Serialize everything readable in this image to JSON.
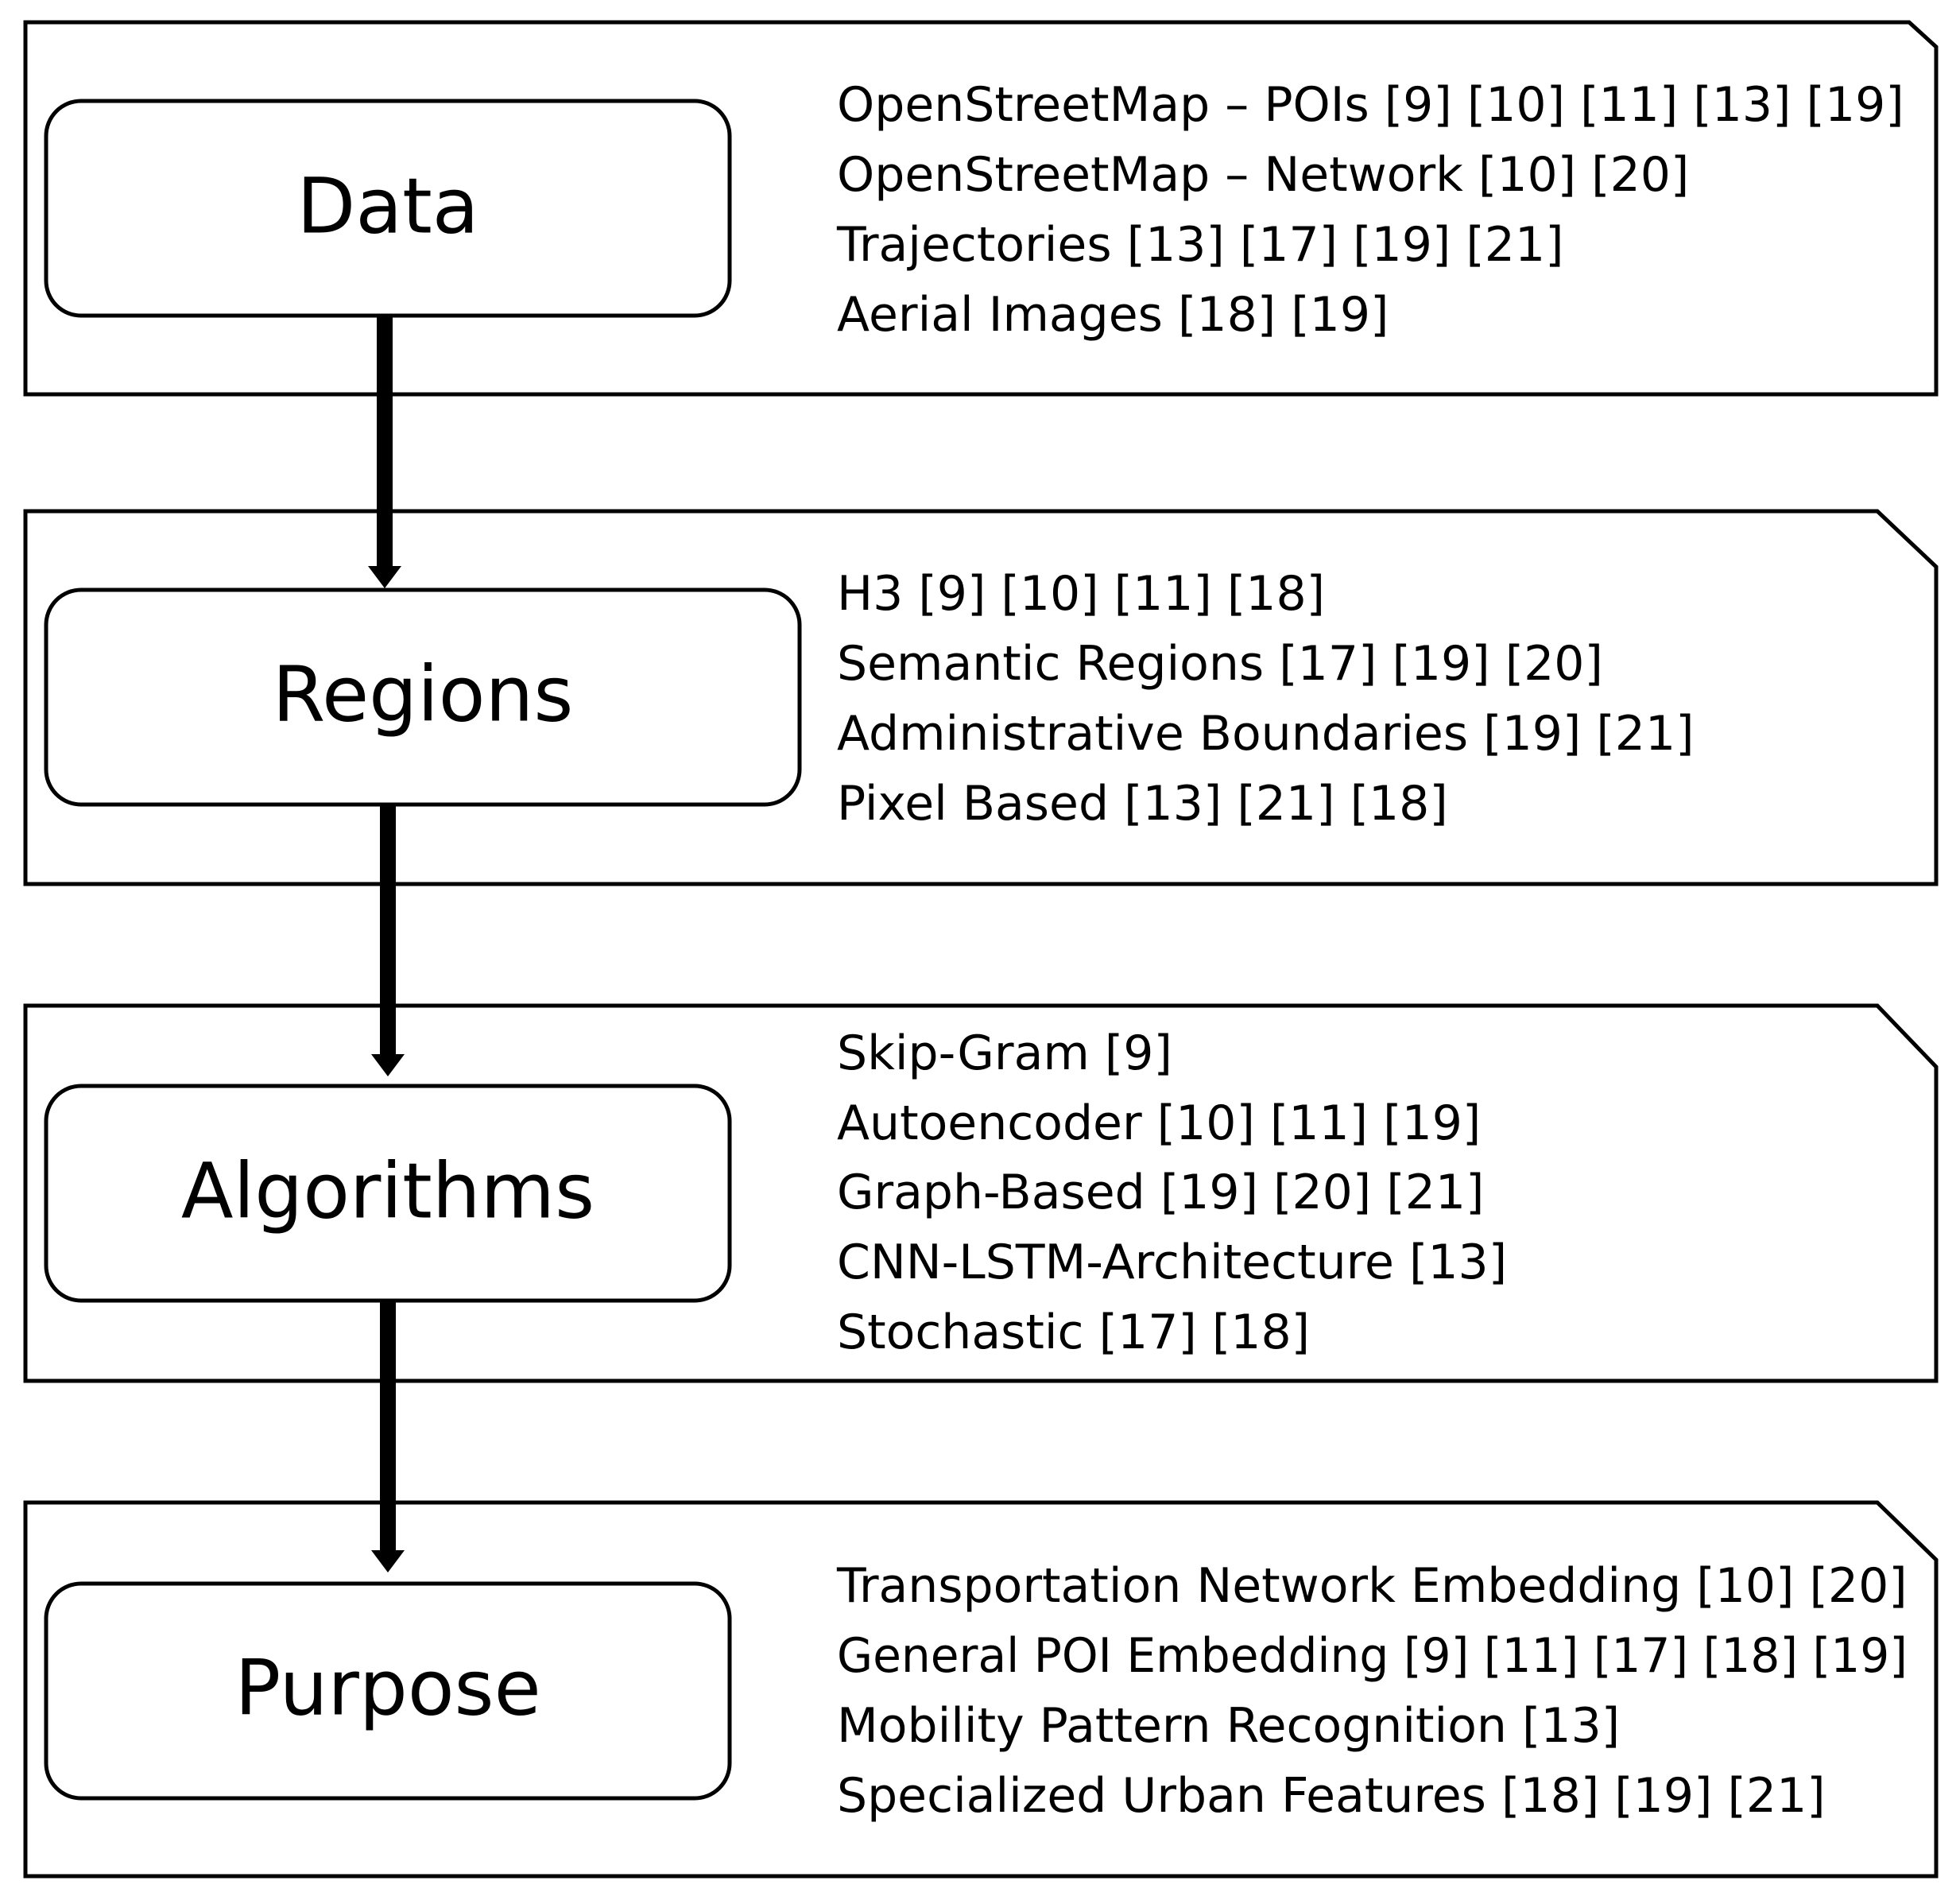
{
  "stages": [
    {
      "label": "Data",
      "items": [
        "OpenStreetMap – POIs [9] [10] [11] [13] [19]",
        "OpenStreetMap – Network [10] [20]",
        "Trajectories [13] [17] [19] [21]",
        "Aerial Images [18] [19]"
      ]
    },
    {
      "label": "Regions",
      "items": [
        "H3 [9] [10] [11] [18]",
        "Semantic Regions [17] [19] [20]",
        "Administrative Boundaries [19] [21]",
        "Pixel Based [13] [21] [18]"
      ]
    },
    {
      "label": "Algorithms",
      "items": [
        "Skip-Gram [9]",
        "Autoencoder [10] [11] [19]",
        "Graph-Based [19] [20] [21]",
        "CNN-LSTM-Architecture [13]",
        "Stochastic [17] [18]"
      ]
    },
    {
      "label": "Purpose",
      "items": [
        "Transportation Network Embedding [10] [20]",
        "General POI Embedding [9] [11] [17] [18] [19]",
        "Mobility Pattern Recognition [13]",
        "Specialized Urban Features [18] [19] [21]"
      ]
    }
  ],
  "colors": {
    "stroke": "#000000",
    "background": "#ffffff",
    "text": "#000000"
  }
}
